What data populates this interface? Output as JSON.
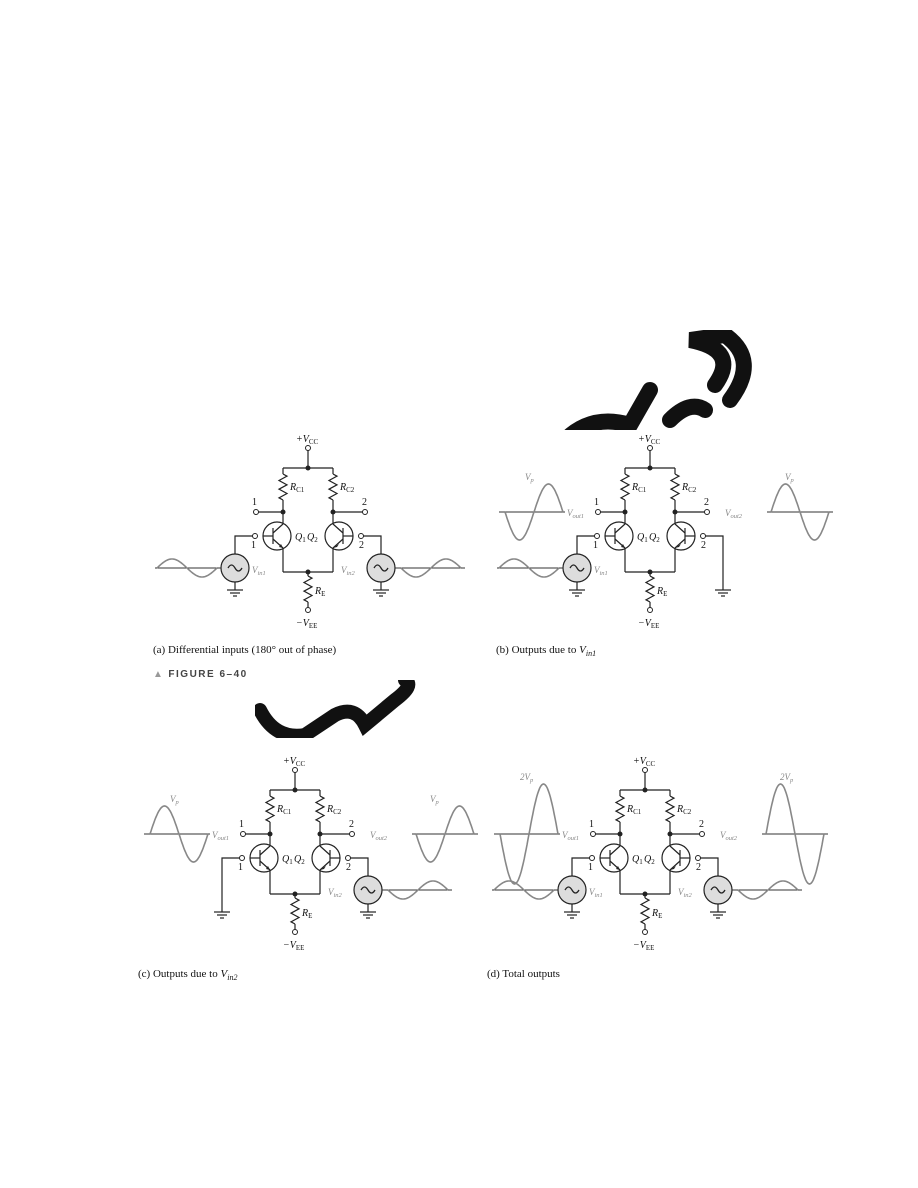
{
  "figure": {
    "label": "FIGURE 6–40",
    "panels": [
      {
        "id": "a",
        "caption_prefix": "(a) Differential inputs (180° out of phase)",
        "caption_var": "",
        "caption_sub": "",
        "vcc": "+V",
        "vcc_sub": "CC",
        "vee": "−V",
        "vee_sub": "EE",
        "rc1": "R",
        "rc1_sub": "C1",
        "rc2": "R",
        "rc2_sub": "C2",
        "re": "R",
        "re_sub": "E",
        "q1": "Q",
        "q1_sub": "1",
        "q2": "Q",
        "q2_sub": "2",
        "out1": "1",
        "out2": "2",
        "in1": "1",
        "in2": "2",
        "vin1": "V",
        "vin1_sub": "in1",
        "vin2": "V",
        "vin2_sub": "in2",
        "vout1": "",
        "vout1_sub": "",
        "vout2": "",
        "vout2_sub": "",
        "amp_left": "",
        "amp_right": ""
      },
      {
        "id": "b",
        "caption_prefix": "(b) Outputs due to ",
        "caption_var": "V",
        "caption_sub": "in1",
        "vcc": "+V",
        "vcc_sub": "CC",
        "vee": "−V",
        "vee_sub": "EE",
        "rc1": "R",
        "rc1_sub": "C1",
        "rc2": "R",
        "rc2_sub": "C2",
        "re": "R",
        "re_sub": "E",
        "q1": "Q",
        "q1_sub": "1",
        "q2": "Q",
        "q2_sub": "2",
        "out1": "1",
        "out2": "2",
        "in1": "1",
        "in2": "2",
        "vin1": "V",
        "vin1_sub": "in1",
        "vin2": "",
        "vin2_sub": "",
        "vout1": "V",
        "vout1_sub": "out1",
        "vout2": "V",
        "vout2_sub": "out2",
        "amp_left": "V",
        "amp_left_sub": "p",
        "amp_right": "V",
        "amp_right_sub": "p"
      },
      {
        "id": "c",
        "caption_prefix": "(c) Outputs due to ",
        "caption_var": "V",
        "caption_sub": "in2",
        "vcc": "+V",
        "vcc_sub": "CC",
        "vee": "−V",
        "vee_sub": "EE",
        "rc1": "R",
        "rc1_sub": "C1",
        "rc2": "R",
        "rc2_sub": "C2",
        "re": "R",
        "re_sub": "E",
        "q1": "Q",
        "q1_sub": "1",
        "q2": "Q",
        "q2_sub": "2",
        "out1": "1",
        "out2": "2",
        "in1": "1",
        "in2": "2",
        "vin1": "",
        "vin1_sub": "",
        "vin2": "V",
        "vin2_sub": "in2",
        "vout1": "V",
        "vout1_sub": "out1",
        "vout2": "V",
        "vout2_sub": "out2",
        "amp_left": "V",
        "amp_left_sub": "p",
        "amp_right": "V",
        "amp_right_sub": "p"
      },
      {
        "id": "d",
        "caption_prefix": "(d) Total outputs",
        "caption_var": "",
        "caption_sub": "",
        "vcc": "+V",
        "vcc_sub": "CC",
        "vee": "−V",
        "vee_sub": "EE",
        "rc1": "R",
        "rc1_sub": "C1",
        "rc2": "R",
        "rc2_sub": "C2",
        "re": "R",
        "re_sub": "E",
        "q1": "Q",
        "q1_sub": "1",
        "q2": "Q",
        "q2_sub": "2",
        "out1": "1",
        "out2": "2",
        "in1": "1",
        "in2": "2",
        "vin1": "V",
        "vin1_sub": "in1",
        "vin2": "V",
        "vin2_sub": "in2",
        "vout1": "V",
        "vout1_sub": "out1",
        "vout2": "V",
        "vout2_sub": "out2",
        "amp_left": "2V",
        "amp_left_sub": "p",
        "amp_right": "2V",
        "amp_right_sub": "p"
      }
    ]
  },
  "colors": {
    "wire": "#222222",
    "waveform": "#888888",
    "source_fill": "#dddddd",
    "watermark": "#111111"
  }
}
